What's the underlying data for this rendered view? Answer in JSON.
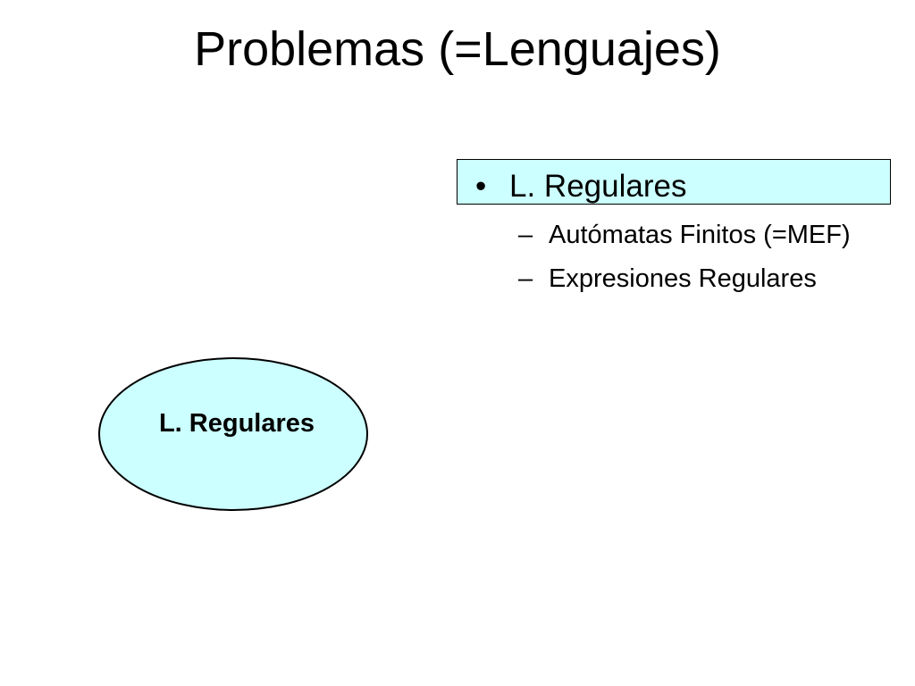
{
  "slide": {
    "title": "Problemas (=Lenguajes)",
    "bullet": {
      "marker": "•",
      "label": "L. Regulares",
      "highlight_color": "#ccffff",
      "subitems": [
        {
          "marker": "–",
          "label": "Autómatas Finitos (=MEF)"
        },
        {
          "marker": "–",
          "label": "Expresiones Regulares"
        }
      ]
    },
    "ellipse": {
      "label": "L. Regulares",
      "fill_color": "#ccffff"
    }
  }
}
